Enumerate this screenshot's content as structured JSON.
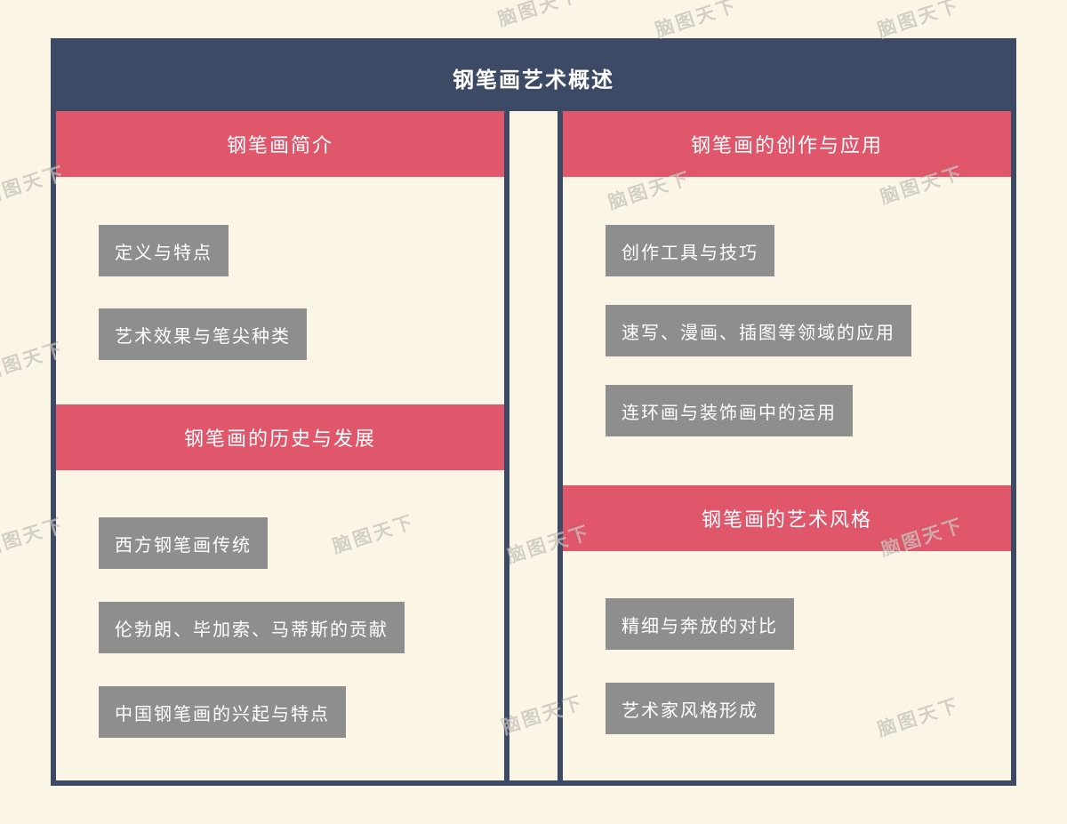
{
  "watermark": {
    "text": "脑图天下"
  },
  "root": {
    "title": "钢笔画艺术概述"
  },
  "columns": [
    {
      "sections": [
        {
          "title": "钢笔画简介",
          "items": [
            "定义与特点",
            "艺术效果与笔尖种类"
          ]
        },
        {
          "title": "钢笔画的历史与发展",
          "items": [
            "西方钢笔画传统",
            "伦勃朗、毕加索、马蒂斯的贡献",
            "中国钢笔画的兴起与特点"
          ]
        }
      ]
    },
    {
      "sections": [
        {
          "title": "钢笔画的创作与应用",
          "items": [
            "创作工具与技巧",
            "速写、漫画、插图等领域的应用",
            "连环画与装饰画中的运用"
          ]
        },
        {
          "title": "钢笔画的艺术风格",
          "items": [
            "精细与奔放的对比",
            "艺术家风格形成"
          ]
        }
      ]
    }
  ],
  "colors": {
    "background": "#FBF5E5",
    "navy": "#3D4A66",
    "red": "#E0566A",
    "gray": "#8E8E8E",
    "text": "#FFFFFF"
  }
}
